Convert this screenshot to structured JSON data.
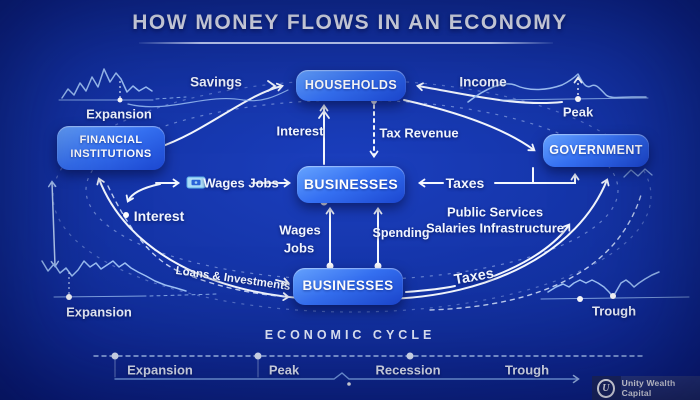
{
  "title": "HOW MONEY FLOWS IN AN ECONOMY",
  "nodes": {
    "households": "HOUSEHOLDS",
    "financial_institutions": "FINANCIAL INSTITUTIONS",
    "government": "GOVERNMENT",
    "businesses_center": "BUSINESSES",
    "businesses_bottom": "BUSINESSES"
  },
  "flows": {
    "savings": "Savings",
    "income": "Income",
    "interest_households": "Interest",
    "tax_revenue": "Tax Revenue",
    "wages_jobs": "Wages Jobs",
    "taxes_government": "Taxes",
    "interest_financial": "Interest",
    "wages": "Wages",
    "jobs": "Jobs",
    "spending": "Spending",
    "public_services": "Public Services",
    "salaries_infrastructure": "Salaries Infrastructure",
    "loans_investments": "Loans & Investments",
    "taxes_businesses": "Taxes"
  },
  "cycle_annotations": {
    "expansion_top": "Expansion",
    "peak_top": "Peak",
    "expansion_bottom": "Expansion",
    "trough_bottom": "Trough"
  },
  "economic_cycle": {
    "title": "ECONOMIC CYCLE",
    "phases": [
      {
        "label": "Expansion"
      },
      {
        "label": "Peak"
      },
      {
        "label": "Recession"
      },
      {
        "label": "Trough"
      }
    ]
  },
  "branding": {
    "monogram": "U",
    "name": "Unity Wealth Capital"
  },
  "icons": {
    "banknote": "banknote-icon"
  },
  "colors": {
    "background_deep": "#081460",
    "background_mid": "#12309f",
    "node_gradient_start": "#66a4ff",
    "node_gradient_end": "#1b46cf",
    "arrow_white": "#f4f8ff",
    "line_blue": "#9fc3f8",
    "text": "#f2f6ff"
  }
}
